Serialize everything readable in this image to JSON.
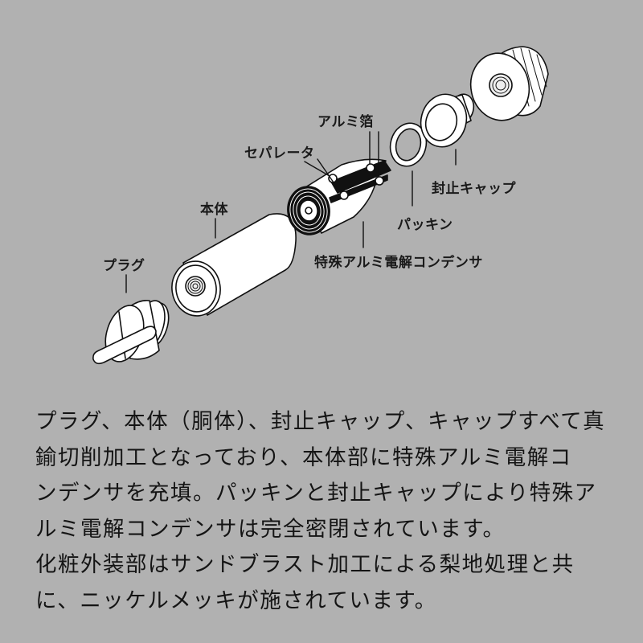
{
  "diagram": {
    "title": "exploded-view",
    "labels": {
      "plug": "プラグ",
      "body": "本体",
      "separator": "セパレータ",
      "aluminum_foil": "アルミ箔",
      "capacitor": "特殊アルミ電解コンデンサ",
      "packing": "パッキン",
      "sealing_cap": "封止キャップ"
    },
    "colors": {
      "background": "#b1b1b1",
      "part_fill": "#ffffff",
      "stroke": "#111111",
      "text": "#1a1a1a"
    }
  },
  "description": {
    "lines": [
      "プラグ、本体（胴体）、封止キャップ、キャップすべて真",
      "鍮切削加工となっており、本体部に特殊アルミ電解コ",
      "ンデンサを充填。パッキンと封止キャップにより特殊ア",
      "ルミ電解コンデンサは完全密閉されています。",
      "化粧外装部はサンドブラスト加工による梨地処理と共",
      "に、ニッケルメッキが施されています。"
    ]
  }
}
